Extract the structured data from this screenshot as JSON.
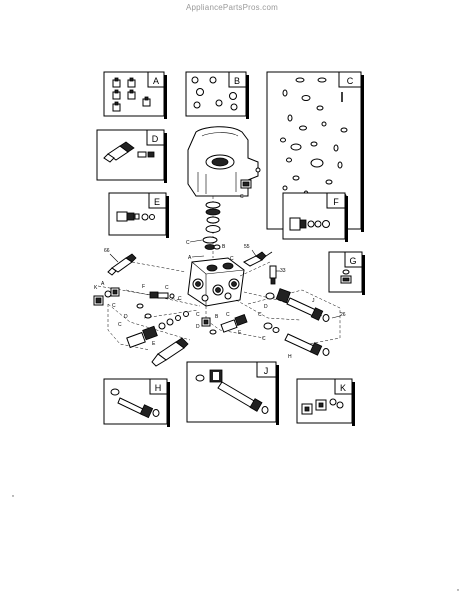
{
  "watermark": "AppliancePartsPros.com",
  "kits": [
    {
      "id": "kit-a",
      "label": "A"
    },
    {
      "id": "kit-b",
      "label": "B"
    },
    {
      "id": "kit-c",
      "label": "C"
    },
    {
      "id": "kit-d",
      "label": "D"
    },
    {
      "id": "kit-e",
      "label": "E"
    },
    {
      "id": "kit-f",
      "label": "F"
    },
    {
      "id": "kit-g",
      "label": "G"
    },
    {
      "id": "kit-h",
      "label": "H"
    },
    {
      "id": "kit-j",
      "label": "J"
    },
    {
      "id": "kit-k",
      "label": "K"
    }
  ],
  "callouts": {
    "c_manifold": "C",
    "c_upper": "C",
    "b_upper": "B",
    "a_upper": "A",
    "c_side": "C",
    "n66": "66",
    "n55": "55",
    "n33": "33",
    "n26": "26",
    "k_left": "K",
    "a_left": "A",
    "c_left": "C",
    "f_left": "F",
    "c_l1": "C",
    "c_l2": "C",
    "c_l3": "C",
    "d_left": "D",
    "e_left": "E",
    "c_mid": "C",
    "d_mid": "D",
    "b_mid": "B",
    "c_mid2": "C",
    "e_mid": "E",
    "c_right": "C",
    "d_right": "D",
    "j_right": "J",
    "h_right": "H",
    "c_right2": "C"
  }
}
